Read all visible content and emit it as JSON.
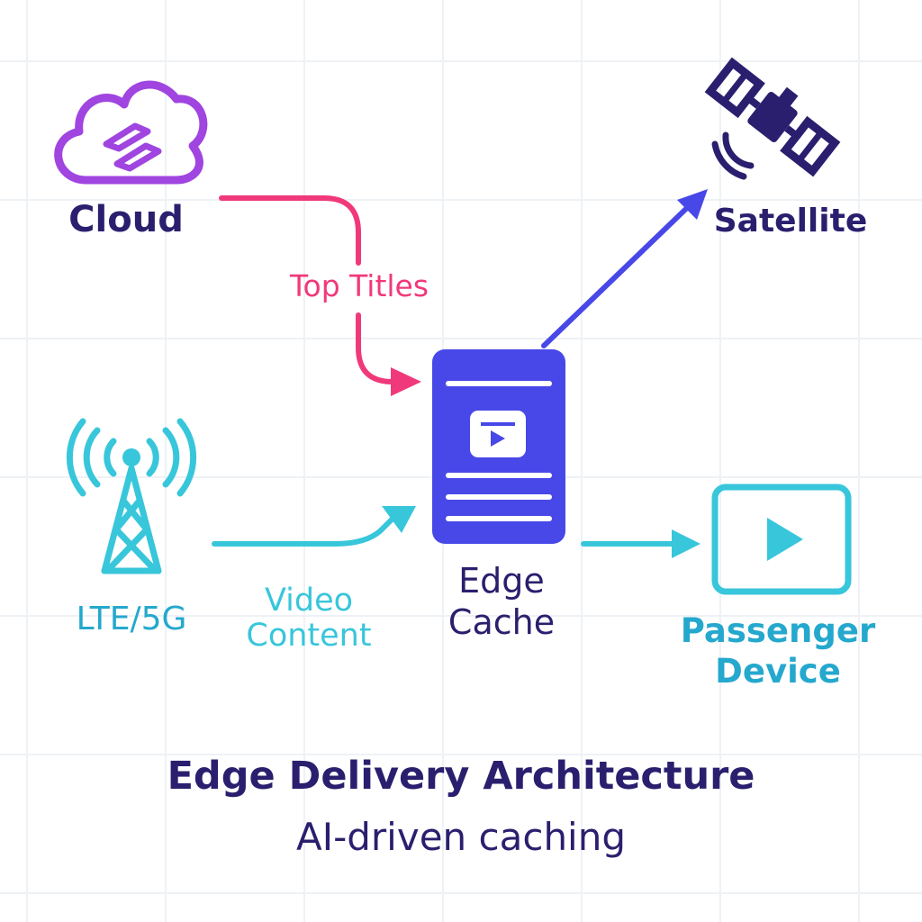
{
  "nodes": {
    "cloud": {
      "label": "Cloud"
    },
    "satellite": {
      "label": "Satellite"
    },
    "lte": {
      "label": "LTE/5G"
    },
    "edge_cache": {
      "label_line1": "Edge",
      "label_line2": "Cache"
    },
    "passenger": {
      "label_line1": "Passenger",
      "label_line2": "Device"
    }
  },
  "edges": {
    "cloud_to_cache": {
      "label": "Top Titles"
    },
    "lte_to_cache": {
      "label_line1": "Video",
      "label_line2": "Content"
    }
  },
  "footer": {
    "title": "Edge Delivery Architecture",
    "subtitle": "AI-driven caching"
  },
  "colors": {
    "navy": "#2a1f6e",
    "indigo": "#4848e8",
    "magenta": "#f0397a",
    "cyan": "#38c6db",
    "cyan_dark": "#25a8cd",
    "purple": "#a045e0",
    "grid": "#eef2f6"
  },
  "icons": {
    "cloud": "cloud-icon",
    "satellite": "satellite-icon",
    "tower": "cell-tower-icon",
    "cache": "edge-server-icon",
    "device": "play-screen-icon"
  }
}
